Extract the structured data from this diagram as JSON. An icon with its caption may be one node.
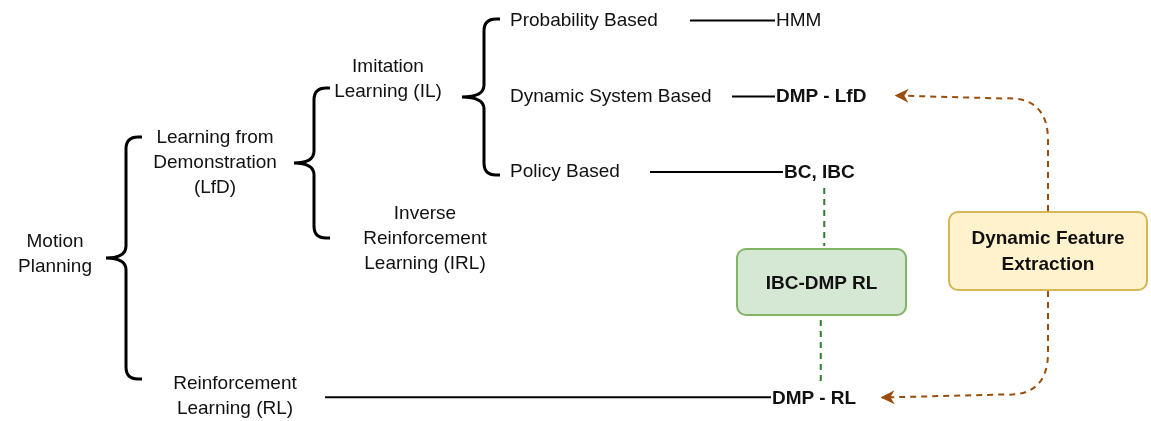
{
  "diagram": {
    "nodes": [
      {
        "text": [
          "Motion Planning"
        ]
      },
      {
        "text": [
          "Learning from Demonstration (LfD)"
        ]
      },
      {
        "text": [
          "Imitation Learning (IL)"
        ]
      },
      {
        "text": [
          "Inverse Reinforcement Learning (IRL)"
        ]
      },
      {
        "text": [
          "Probability Based"
        ]
      },
      {
        "text": [
          "HMM"
        ]
      },
      {
        "text": [
          "Dynamic System Based"
        ]
      },
      {
        "text": [
          "DMP - LfD"
        ]
      },
      {
        "text": [
          "Policy Based"
        ]
      },
      {
        "text": [
          "BC, IBC"
        ]
      },
      {
        "text": [
          "IBC-DMP RL"
        ]
      },
      {
        "text": [
          "Dynamic Feature Extraction"
        ]
      },
      {
        "text": [
          "Reinforcement Learning (RL)"
        ]
      },
      {
        "text": [
          "DMP - RL"
        ]
      }
    ],
    "edges": [
      {
        "from": 4,
        "to": 5,
        "arrow": "none"
      },
      {
        "from": 6,
        "to": 7,
        "arrow": "none"
      },
      {
        "from": 8,
        "to": 9,
        "arrow": "none"
      },
      {
        "from": 12,
        "to": 13,
        "arrow": "none"
      },
      {
        "from": 9,
        "to": 10,
        "arrow": "none",
        "style": "dashed",
        "color": "#2e7d32"
      },
      {
        "from": 10,
        "to": 13,
        "arrow": "none",
        "style": "dashed",
        "color": "#2e7d32"
      },
      {
        "from": 11,
        "to": 7,
        "arrow": "to",
        "style": "dashed",
        "color": "#9a4d0c"
      },
      {
        "from": 11,
        "to": 13,
        "arrow": "to",
        "style": "dashed",
        "color": "#9a4d0c"
      }
    ]
  }
}
